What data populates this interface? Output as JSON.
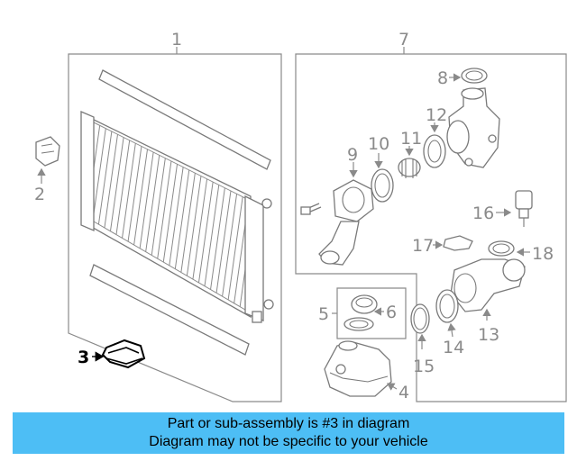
{
  "callouts": {
    "c1": "1",
    "c2": "2",
    "c3": "3",
    "c4": "4",
    "c5": "5",
    "c6": "6",
    "c7": "7",
    "c8": "8",
    "c9": "9",
    "c10": "10",
    "c11": "11",
    "c12": "12",
    "c13": "13",
    "c14": "14",
    "c15": "15",
    "c16": "16",
    "c17": "17",
    "c18": "18"
  },
  "banner": {
    "line1": "Part or sub-assembly is #3 in diagram",
    "line2": "Diagram may not be specific to your vehicle"
  },
  "colors": {
    "banner_bg": "#4dbef5",
    "line_gray": "#8a8a8a",
    "highlight_part": "#000000"
  }
}
